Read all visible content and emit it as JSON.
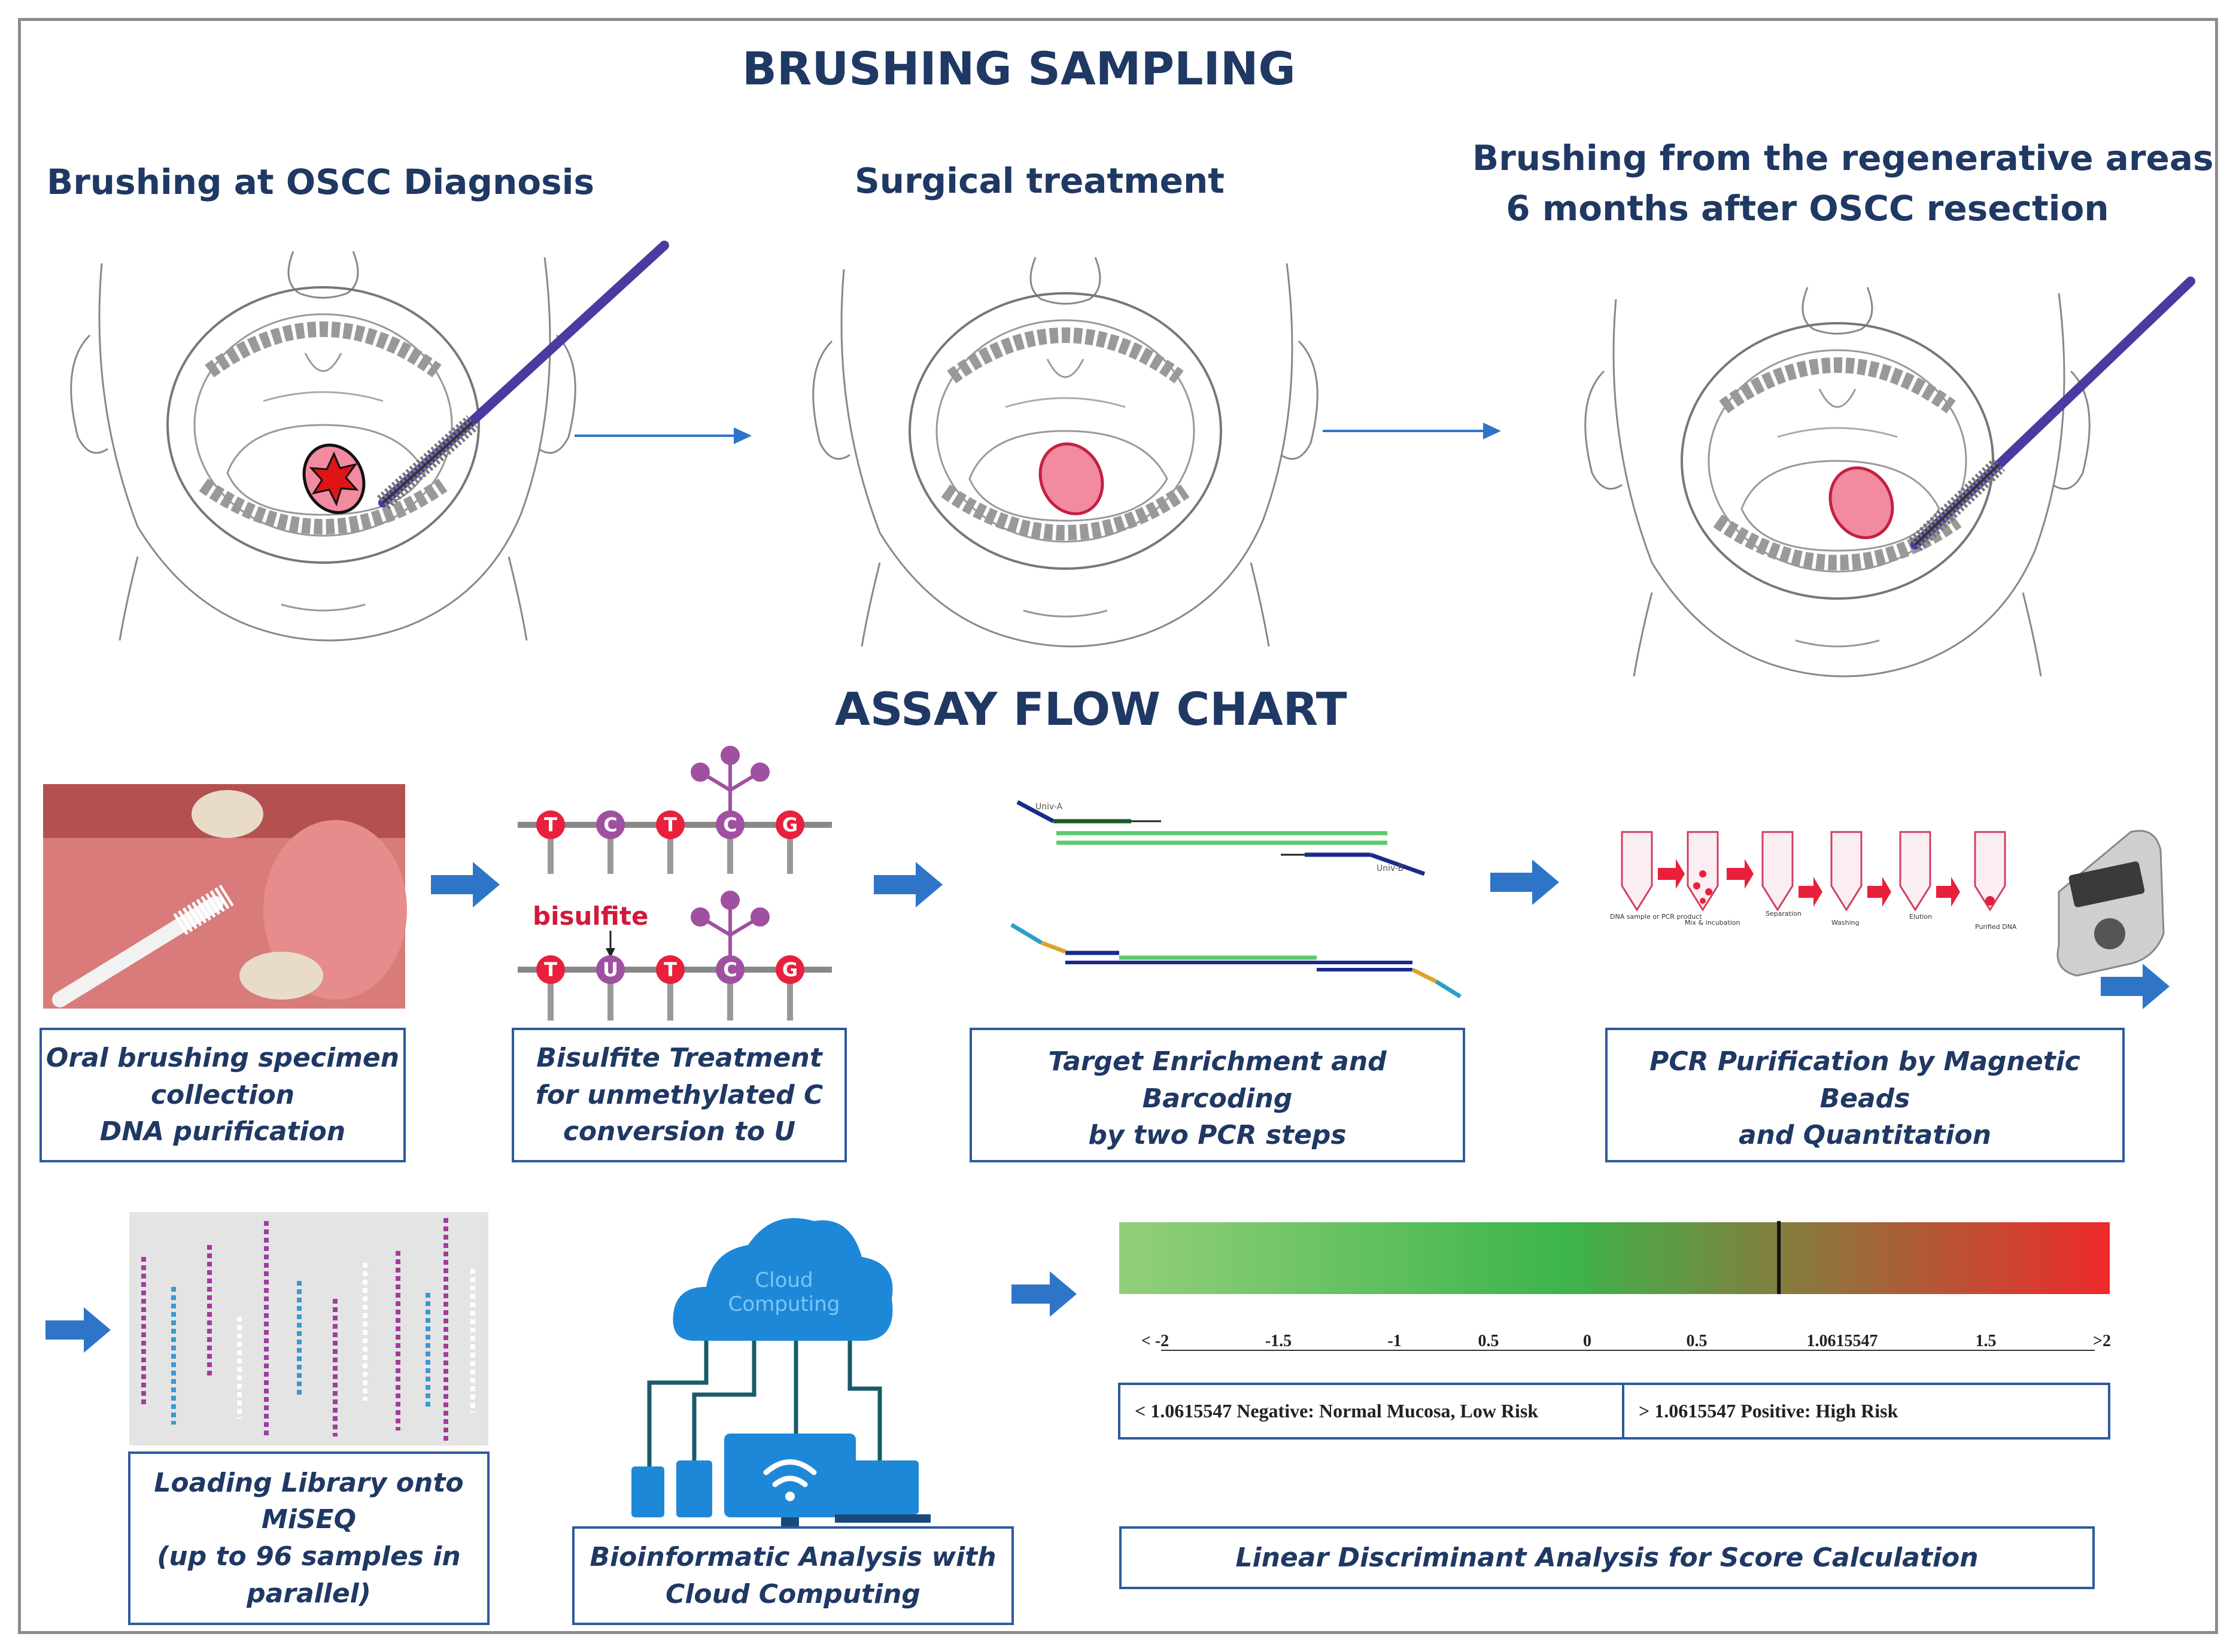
{
  "headings": {
    "brushing": "BRUSHING SAMPLING",
    "assay": "ASSAY FLOW CHART"
  },
  "stages": {
    "diagnosis": "Brushing at OSCC Diagnosis",
    "surgery": "Surgical treatment",
    "followup_line1": "Brushing from the regenerative areas",
    "followup_line2": "6 months after OSCC resection"
  },
  "bisulfite": {
    "label": "bisulfite",
    "top_bases": [
      "T",
      "C",
      "T",
      "C",
      "G"
    ],
    "bottom_bases": [
      "T",
      "U",
      "T",
      "C",
      "G"
    ]
  },
  "pcr_primers": [
    "Univ-A",
    "Univ-B"
  ],
  "bead_steps": [
    "DNA sample or PCR product",
    "Mix & incubation",
    "Separation",
    "Washing",
    "Elution",
    "Purified DNA"
  ],
  "cloud_label_line1": "Cloud",
  "cloud_label_line2": "Computing",
  "boxes": {
    "oral": "Oral brushing specimen\ncollection\nDNA purification",
    "bisulfite": "Bisulfite Treatment\nfor unmethylated C\nconversion to U",
    "target": "Target Enrichment and Barcoding\nby two PCR steps",
    "pcr": "PCR Purification by Magnetic Beads\nand Quantitation",
    "loading": "Loading Library onto\nMiSEQ\n(up to 96 samples in\nparallel)",
    "bioinfo": "Bioinformatic Analysis with\nCloud Computing",
    "lda": "Linear Discriminant Analysis for Score Calculation"
  },
  "scale": {
    "labels": [
      "< -2",
      "-1.5",
      "-1",
      "0.5",
      "0",
      "0.5",
      "1.0615547",
      "1.5",
      ">2"
    ],
    "threshold": "1.0615547",
    "threshold_fraction": 0.666,
    "negative": "< 1.0615547 Negative: Normal Mucosa, Low Risk",
    "positive": "> 1.0615547 Positive: High Risk"
  },
  "colors": {
    "heading": "#1f3864",
    "arrow": "#2e75c8",
    "box_border": "#2e5a9c",
    "lesion": "#e84a6a",
    "brush": "#4b3aa0",
    "gradient_start": "#93cf7a",
    "gradient_mid": "#3cb54a",
    "gradient_end": "#ee2a2a"
  }
}
